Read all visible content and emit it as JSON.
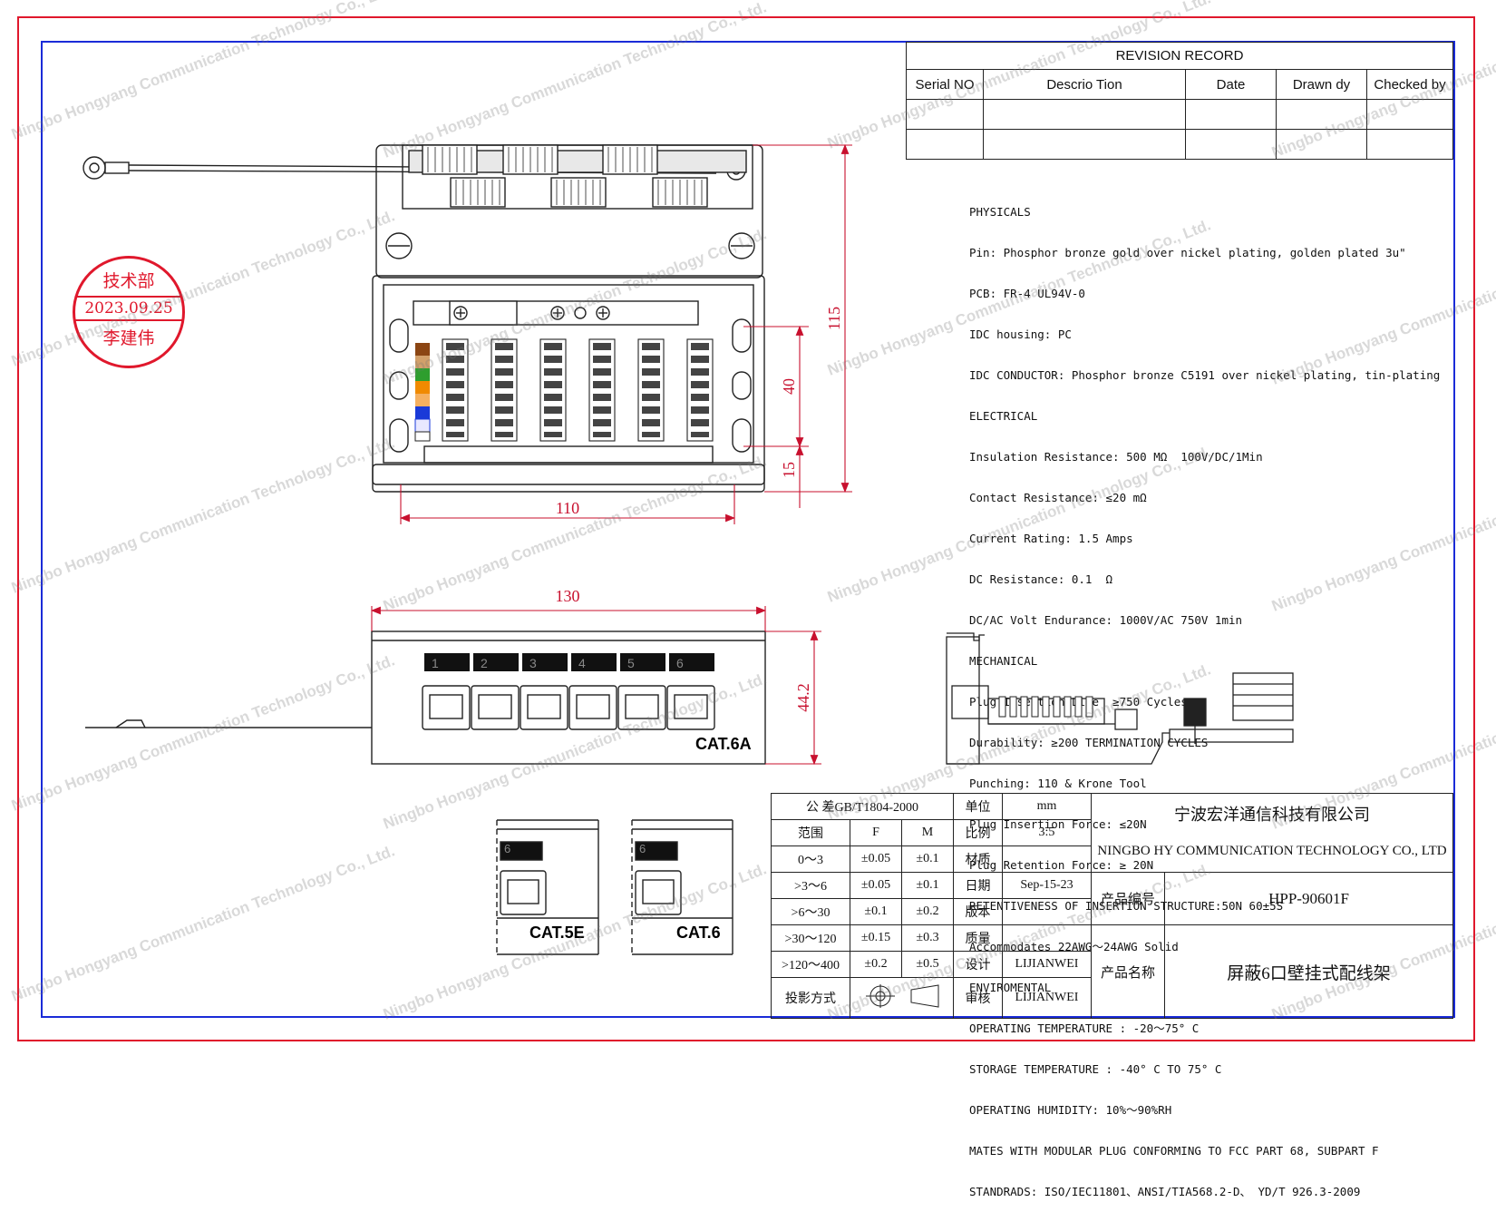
{
  "revision": {
    "title": "REVISION RECORD",
    "headers": [
      "Serial NO",
      "Descrio Tion",
      "Date",
      "Drawn dy",
      "Checked by"
    ]
  },
  "specs": [
    "PHYSICALS",
    "Pin: Phosphor bronze gold over nickel plating, golden plated 3u\"",
    "PCB: FR-4 UL94V-0",
    "IDC housing: PC",
    "IDC CONDUCTOR: Phosphor bronze C5191 over nickel plating, tin-plating",
    "ELECTRICAL",
    "Insulation Resistance: 500 MΩ  100V/DC/1Min",
    "Contact Resistance: ≤20 mΩ",
    "Current Rating: 1.5 Amps",
    "DC Resistance: 0.1  Ω",
    "DC/AC Volt Endurance: 1000V/AC 750V 1min",
    "MECHANICAL",
    "Plug Insertion Life  ≥750 Cycles",
    "Durability: ≥200 TERMINATION CYCLES",
    "Punching: 110 & Krone Tool",
    "Plug Insertion Force: ≤20N",
    "Plug Retention Force: ≥ 20N",
    "RETENTIVENESS OF INSERTION STRUCTURE:50N 60±5S",
    "Accommodates 22AWG～24AWG Solid",
    "ENVIROMENTAL",
    "OPERATING TEMPERATURE : -20～75° C",
    "STORAGE TEMPERATURE : -40° C TO 75° C",
    "OPERATING HUMIDITY: 10%～90%RH",
    "MATES WITH MODULAR PLUG CONFORMING TO FCC PART 68, SUBPART F",
    "STANDRADS: ISO/IEC11801、ANSI/TIA568.2-D、 YD/T 926.3-2009"
  ],
  "dimensions": {
    "width_top": "110",
    "height_total": "115",
    "hole_spacing": "40",
    "bottom_offset": "15",
    "width_front": "130",
    "height_front": "44.2"
  },
  "front_view": {
    "port_numbers": [
      "1",
      "2",
      "3",
      "4",
      "5",
      "6"
    ],
    "label": "CAT.6A"
  },
  "variants": [
    {
      "port": "6",
      "label": "CAT.5E"
    },
    {
      "port": "6",
      "label": "CAT.6"
    }
  ],
  "stamp": {
    "dept": "技术部",
    "date": "2023.09.25",
    "name": "李建伟"
  },
  "title_block": {
    "tolerance_std": "公 差GB/T1804-2000",
    "range_label": "范围",
    "col_f": "F",
    "col_m": "M",
    "tolerance_rows": [
      {
        "range": "0～3",
        "f": "±0.05",
        "m": "±0.1"
      },
      {
        "range": ">3～6",
        "f": "±0.05",
        "m": "±0.1"
      },
      {
        "range": ">6～30",
        "f": "±0.1",
        "m": "±0.2"
      },
      {
        "range": ">30～120",
        "f": "±0.15",
        "m": "±0.3"
      },
      {
        "range": ">120～400",
        "f": "±0.2",
        "m": "±0.5"
      }
    ],
    "projection_label": "投影方式",
    "unit_label": "单位",
    "unit_value": "mm",
    "scale_label": "比例",
    "scale_value": "3:5",
    "material_label": "材质",
    "material_value": "",
    "date_label": "日期",
    "date_value": "Sep-15-23",
    "version_label": "版本",
    "version_value": "",
    "quality_label": "质量",
    "quality_value": "",
    "design_label": "设计",
    "design_value": "LIJIANWEI",
    "review_label": "审核",
    "review_value": "LIJIANWEI",
    "company_cn": "宁波宏洋通信科技有限公司",
    "company_en": "NINGBO HY COMMUNICATION TECHNOLOGY CO., LTD",
    "product_no_label": "产品编号",
    "product_no": "HPP-90601F",
    "product_name_label": "产品名称",
    "product_name": "屏蔽6口壁挂式配线架"
  },
  "watermarks": [
    "Ningbo Hongyang Communication Technology Co., Ltd."
  ]
}
